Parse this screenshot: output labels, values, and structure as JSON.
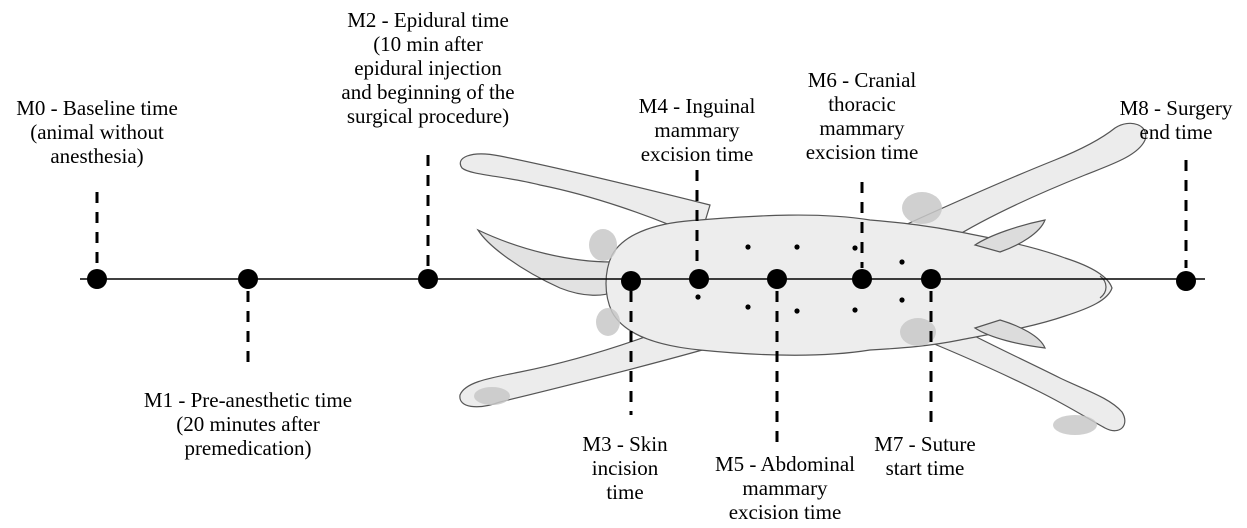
{
  "timepoints": [
    {
      "id": "M0",
      "lines": [
        "M0 - Baseline time",
        "(animal without",
        "anesthesia)"
      ]
    },
    {
      "id": "M1",
      "lines": [
        "M1 - Pre-anesthetic time",
        "(20 minutes after",
        "premedication)"
      ]
    },
    {
      "id": "M2",
      "lines": [
        "M2 - Epidural time",
        "(10 min after",
        "epidural injection",
        "and beginning of the",
        "surgical procedure)"
      ]
    },
    {
      "id": "M3",
      "lines": [
        "M3 - Skin",
        "incision",
        "time"
      ]
    },
    {
      "id": "M4",
      "lines": [
        "M4 - Inguinal",
        "mammary",
        "excision time"
      ]
    },
    {
      "id": "M5",
      "lines": [
        "M5 - Abdominal",
        "mammary",
        "excision time"
      ]
    },
    {
      "id": "M6",
      "lines": [
        "M6 - Cranial",
        "thoracic",
        "mammary",
        "excision time"
      ]
    },
    {
      "id": "M7",
      "lines": [
        "M7 -  Suture",
        "start time"
      ]
    },
    {
      "id": "M8",
      "lines": [
        "M8 - Surgery",
        "end time"
      ]
    }
  ],
  "colors": {
    "body_fill": "#ededed",
    "body_shadow": "#c4c4c4",
    "line": "#000000"
  }
}
